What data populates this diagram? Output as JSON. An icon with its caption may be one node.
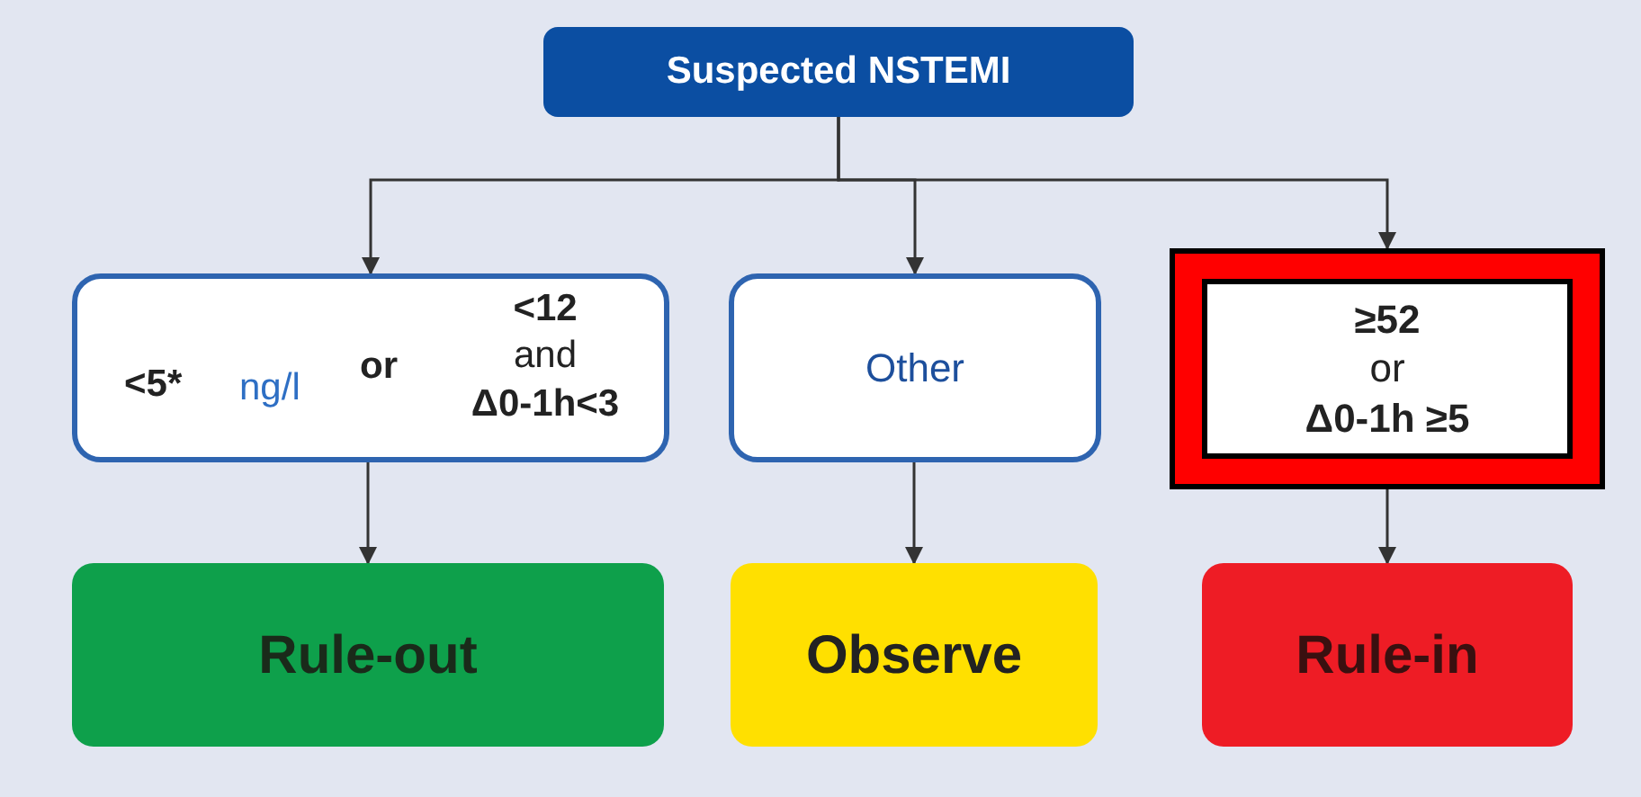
{
  "diagram": {
    "nodes": [
      {
        "text": [
          "Suspected NSTEMI"
        ]
      },
      {
        "text": [
          "<5*",
          "ng/l",
          "or",
          "<12",
          "and",
          "Δ0-1h<3"
        ]
      },
      {
        "text": [
          "Other"
        ]
      },
      {
        "text": [],
        "shape": "box"
      },
      {
        "text": [
          "≥52",
          "or",
          "Δ0-1h ≥5"
        ],
        "in": 3
      },
      {
        "text": [
          "Rule-out"
        ]
      },
      {
        "text": [
          "Observe"
        ]
      },
      {
        "text": [
          "Rule-in"
        ]
      }
    ],
    "edges": [
      {
        "from": 0,
        "to": 1,
        "arrow": "to"
      },
      {
        "from": 0,
        "to": 2,
        "arrow": "to"
      },
      {
        "from": 0,
        "to": 3,
        "arrow": "to"
      },
      {
        "from": 1,
        "to": 5,
        "arrow": "to"
      },
      {
        "from": 2,
        "to": 6,
        "arrow": "to"
      },
      {
        "from": 3,
        "to": 7,
        "arrow": "to"
      }
    ]
  }
}
